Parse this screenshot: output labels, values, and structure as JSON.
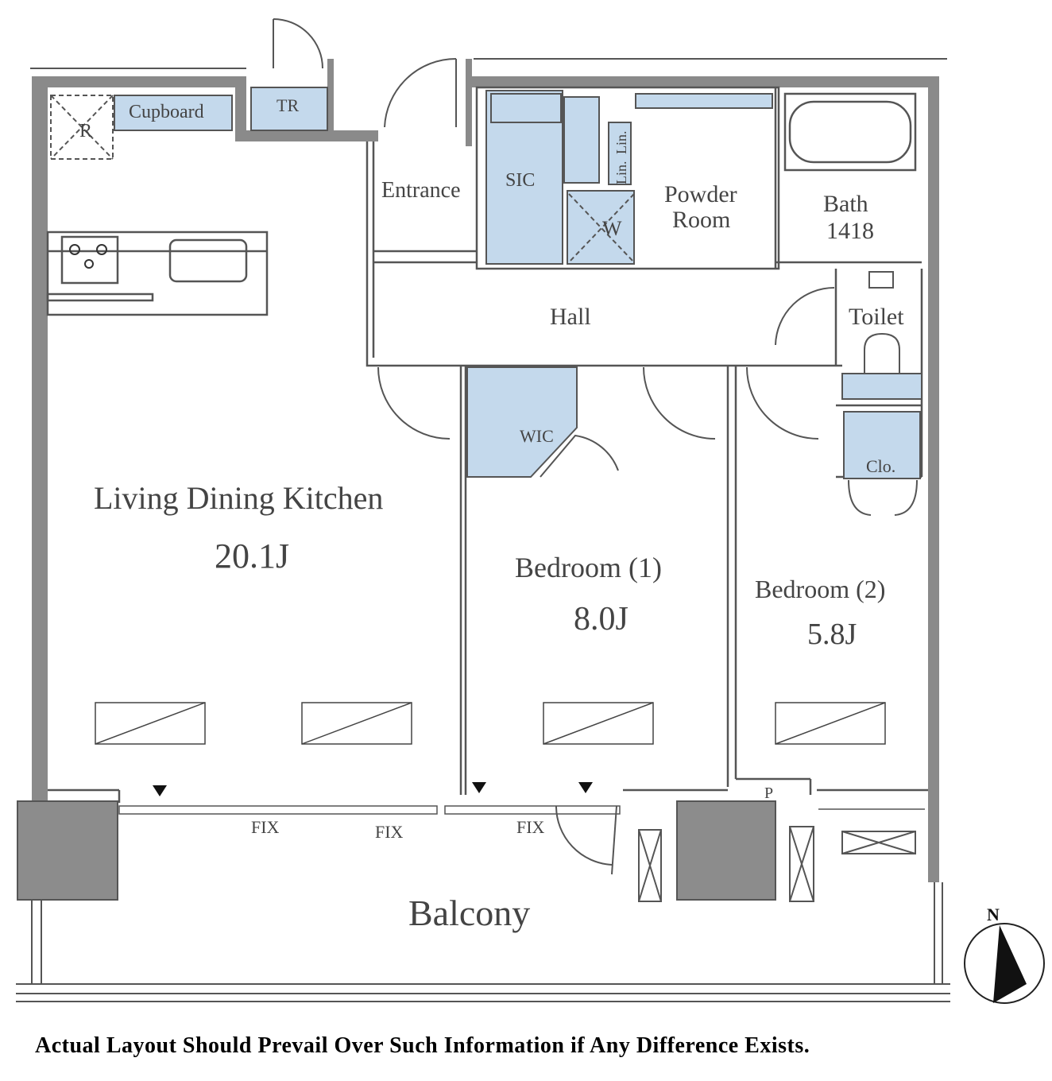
{
  "rooms": {
    "ldk_name": "Living Dining Kitchen",
    "ldk_size": "20.1J",
    "bed1_name": "Bedroom (1)",
    "bed1_size": "8.0J",
    "bed2_name": "Bedroom (2)",
    "bed2_size": "5.8J",
    "hall": "Hall",
    "entrance": "Entrance",
    "sic": "SIC",
    "wic": "WIC",
    "powder_1": "Powder",
    "powder_2": "Room",
    "bath_1": "Bath",
    "bath_2": "1418",
    "toilet": "Toilet",
    "clo": "Clo.",
    "tr": "TR",
    "cupboard": "Cupboard",
    "refrigerator": "R",
    "washer": "W",
    "lin_1": "Lin.",
    "lin_2": "Lin.",
    "balcony": "Balcony",
    "pipe": "P"
  },
  "windows": {
    "fix_1": "FIX",
    "fix_2": "FIX",
    "fix_3": "FIX"
  },
  "compass": {
    "north": "N"
  },
  "disclaimer": "Actual Layout Should Prevail Over Such Information if Any Difference Exists.",
  "colors": {
    "storage_fill": "#c4d9ec",
    "wall": "#7a7a7a",
    "pillar": "#8c8c8c",
    "line": "#444444"
  }
}
